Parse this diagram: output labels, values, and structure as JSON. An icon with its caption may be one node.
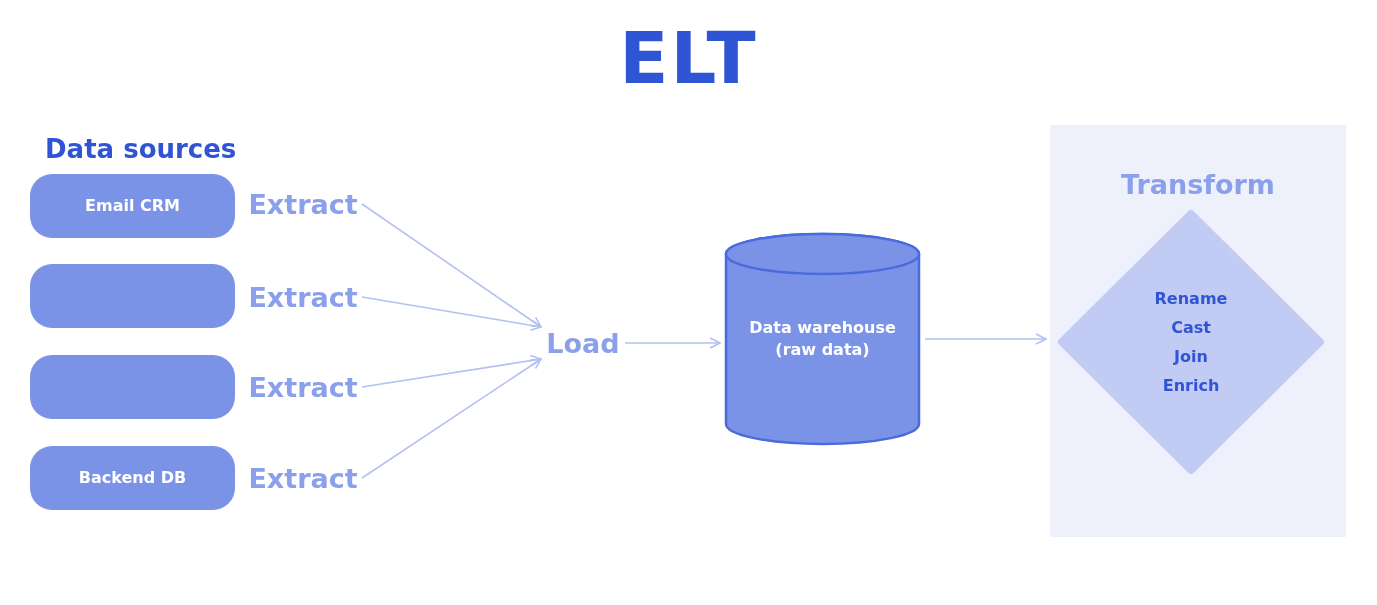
{
  "diagram": {
    "title": "ELT",
    "nodes": [
      {
        "text": [
          "Email CRM"
        ]
      },
      {
        "text": [
          "Extract"
        ]
      },
      {
        "text": [],
        "shape": "box"
      },
      {
        "text": [
          "Extract"
        ]
      },
      {
        "text": [],
        "shape": "box"
      },
      {
        "text": [
          "Extract"
        ]
      },
      {
        "text": [
          "Backend DB"
        ]
      },
      {
        "text": [
          "Extract"
        ]
      },
      {
        "text": [
          "Load"
        ]
      },
      {
        "text": [
          "Data warehouse (raw data)"
        ]
      },
      {
        "text": [
          "Transform"
        ]
      },
      {
        "text": [
          "Rename",
          "Cast",
          "Join",
          "Enrich"
        ],
        "in": 10
      }
    ],
    "edges": [
      {
        "from": 1,
        "to": 8,
        "arrow": "to"
      },
      {
        "from": 3,
        "to": 8,
        "arrow": "to"
      },
      {
        "from": 5,
        "to": 8,
        "arrow": "to"
      },
      {
        "from": 7,
        "to": 8,
        "arrow": "to"
      },
      {
        "from": 8,
        "to": 9,
        "arrow": "to"
      },
      {
        "from": 9,
        "to": 10,
        "arrow": "to"
      }
    ],
    "labels": [
      "Data sources"
    ]
  }
}
